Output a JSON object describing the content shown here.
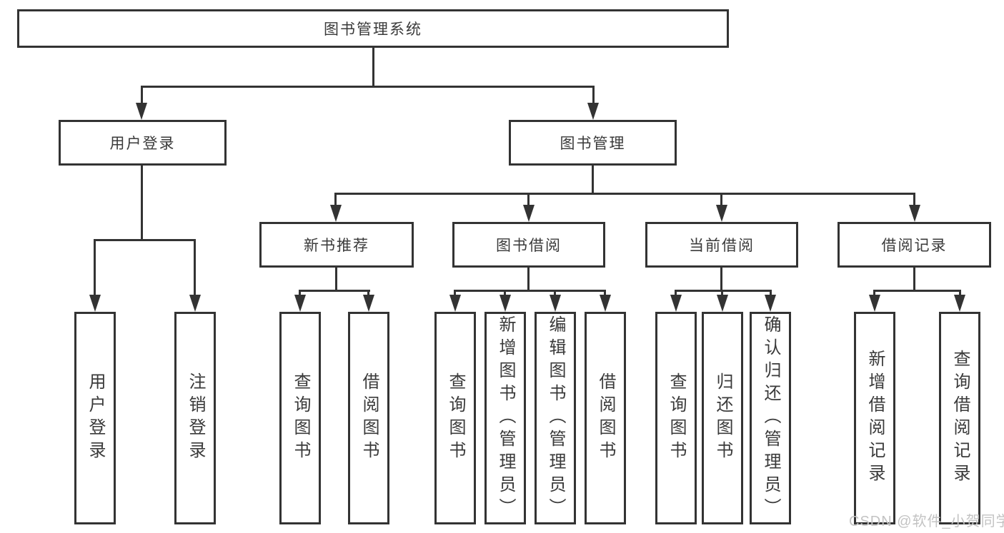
{
  "diagram": {
    "title_node": {
      "label": "图书管理系统"
    },
    "level2": [
      {
        "label": "用户登录"
      },
      {
        "label": "图书管理"
      }
    ],
    "level3": [
      {
        "label": "新书推荐"
      },
      {
        "label": "图书借阅"
      },
      {
        "label": "当前借阅"
      },
      {
        "label": "借阅记录"
      }
    ],
    "leaves": {
      "login": [
        "用户登录",
        "注销登录"
      ],
      "recommend": [
        "查询图书",
        "借阅图书"
      ],
      "borrow": [
        "查询图书",
        "新增图书（管理员）",
        "编辑图书（管理员）",
        "借阅图书"
      ],
      "current": [
        "查询图书",
        "归还图书",
        "确认归还（管理员）"
      ],
      "records": [
        "新增借阅记录",
        "查询借阅记录"
      ]
    }
  },
  "watermark": {
    "text": "CSDN @软件_小贺同学"
  },
  "colors": {
    "line": "#333333",
    "background": "#ffffff",
    "text": "#3a3a3a",
    "watermark": "#c3c3c3"
  }
}
